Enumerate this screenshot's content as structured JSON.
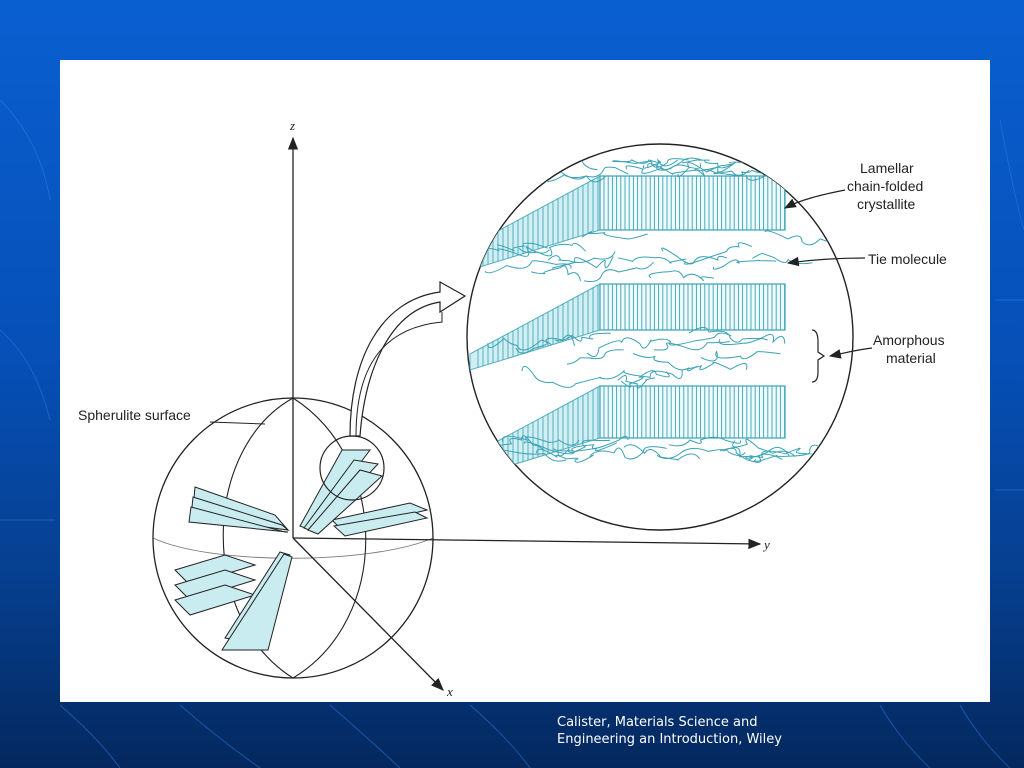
{
  "labels": {
    "lamellar": [
      "Lamellar",
      "chain-folded",
      "crystallite"
    ],
    "tie_molecule": "Tie molecule",
    "amorphous": [
      "Amorphous",
      "material"
    ],
    "spherulite_surface": "Spherulite surface"
  },
  "axes": {
    "x": "x",
    "y": "y",
    "z": "z"
  },
  "caption": {
    "line1": "Calister, Materials Science and",
    "line2": "Engineering an Introduction, Wiley"
  },
  "colors": {
    "background": "#0650b8",
    "lamella": "#3aa3b5",
    "lamella_fill": "#c9ecf0",
    "ink": "#222222"
  }
}
